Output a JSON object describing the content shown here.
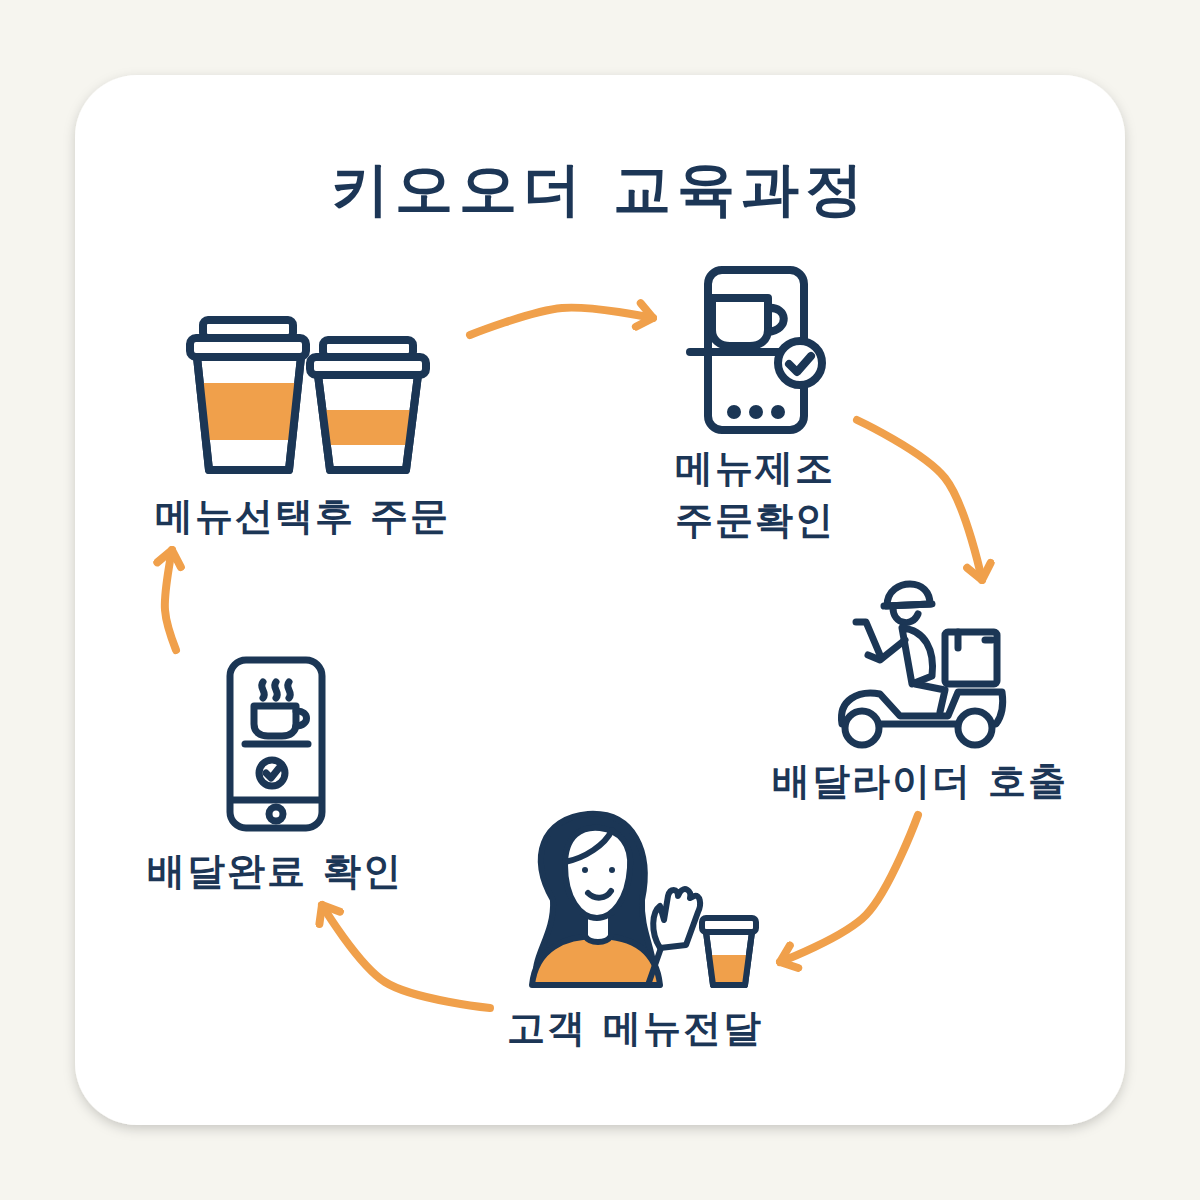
{
  "diagram": {
    "title": "키오오더 교육과정",
    "nodes": [
      {
        "text": [
          "메뉴선택후 주문"
        ]
      },
      {
        "text": [
          "메뉴제조 주문확인"
        ]
      },
      {
        "text": [
          "배달라이더 호출"
        ]
      },
      {
        "text": [
          "고객 메뉴전달"
        ]
      },
      {
        "text": [
          "배달완료 확인"
        ]
      }
    ],
    "edges": [
      {
        "from": 0,
        "to": 1,
        "arrow": "to"
      },
      {
        "from": 1,
        "to": 2,
        "arrow": "to"
      },
      {
        "from": 2,
        "to": 3,
        "arrow": "to"
      },
      {
        "from": 3,
        "to": 4,
        "arrow": "to"
      },
      {
        "from": 4,
        "to": 0,
        "arrow": "to"
      }
    ]
  }
}
